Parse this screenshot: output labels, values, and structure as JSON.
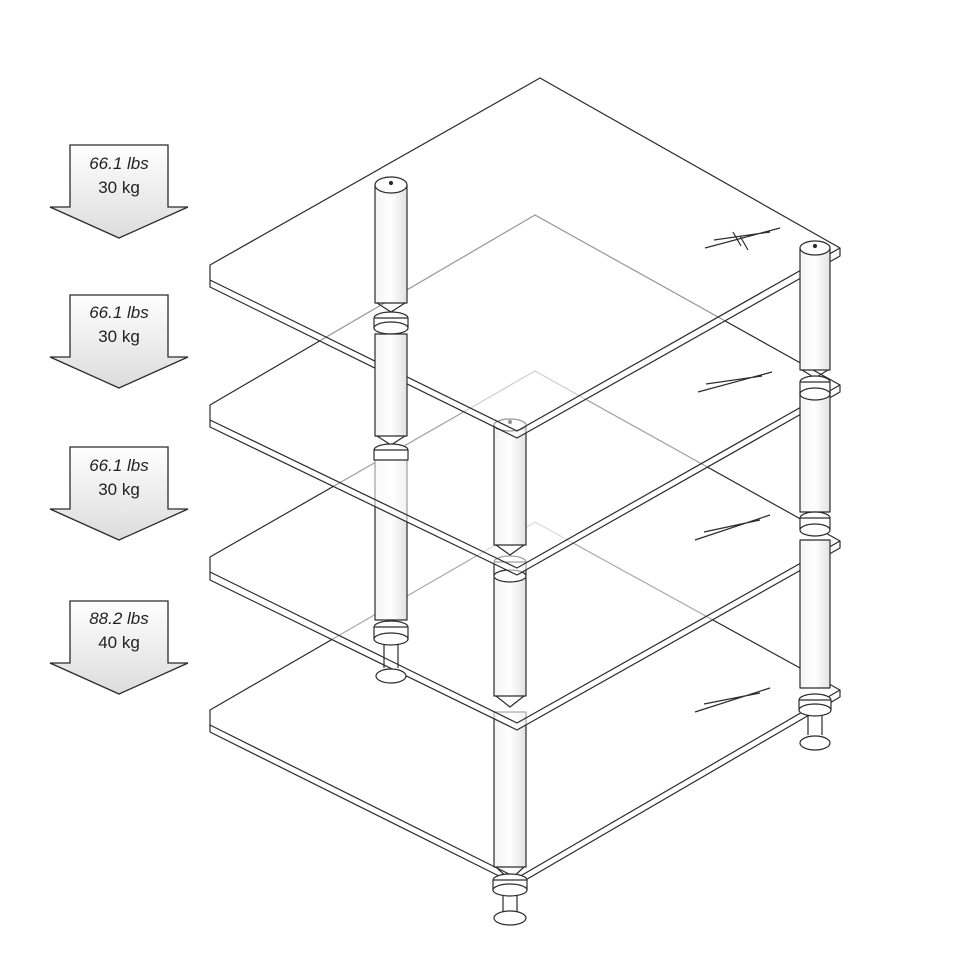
{
  "load_labels": [
    {
      "lbs": "66.1 lbs",
      "kg": "30 kg"
    },
    {
      "lbs": "66.1 lbs",
      "kg": "30 kg"
    },
    {
      "lbs": "66.1 lbs",
      "kg": "30 kg"
    },
    {
      "lbs": "88.2 lbs",
      "kg": "40 kg"
    }
  ],
  "colors": {
    "line": "#2b2b2b",
    "arrow_fill_top": "#ffffff",
    "arrow_fill_bottom": "#dcdcdc",
    "background": "#ffffff"
  }
}
